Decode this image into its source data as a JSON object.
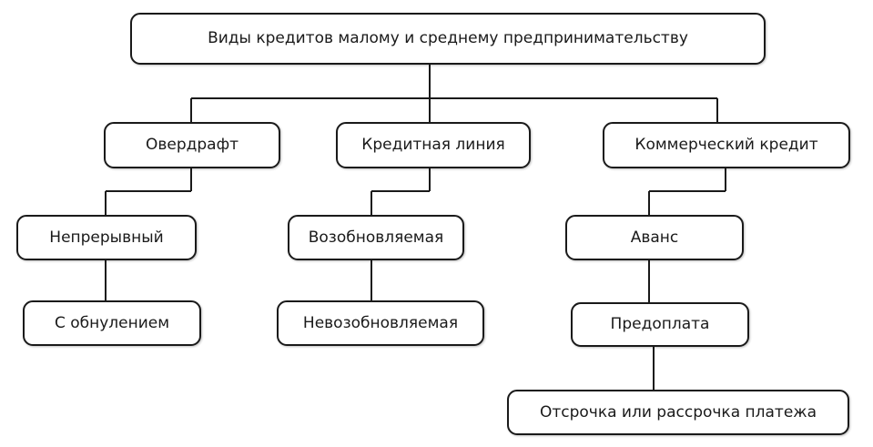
{
  "root": {
    "label": "Виды кредитов малому и среднему предпринимательству"
  },
  "branches": {
    "overdraft": {
      "label": "Овердрафт",
      "children": [
        "Непрерывный",
        "С обнулением"
      ]
    },
    "credit_line": {
      "label": "Кредитная линия",
      "children": [
        "Возобновляемая",
        "Невозобновляемая"
      ]
    },
    "commercial": {
      "label": "Коммерческий кредит",
      "children": [
        "Аванс",
        "Предоплата",
        "Отсрочка или рассрочка платежа"
      ]
    }
  },
  "colors": {
    "line": "#1a1a1a",
    "box_border": "#1a1a1a",
    "box_fill": "#ffffff",
    "text": "#1a1a1a"
  }
}
